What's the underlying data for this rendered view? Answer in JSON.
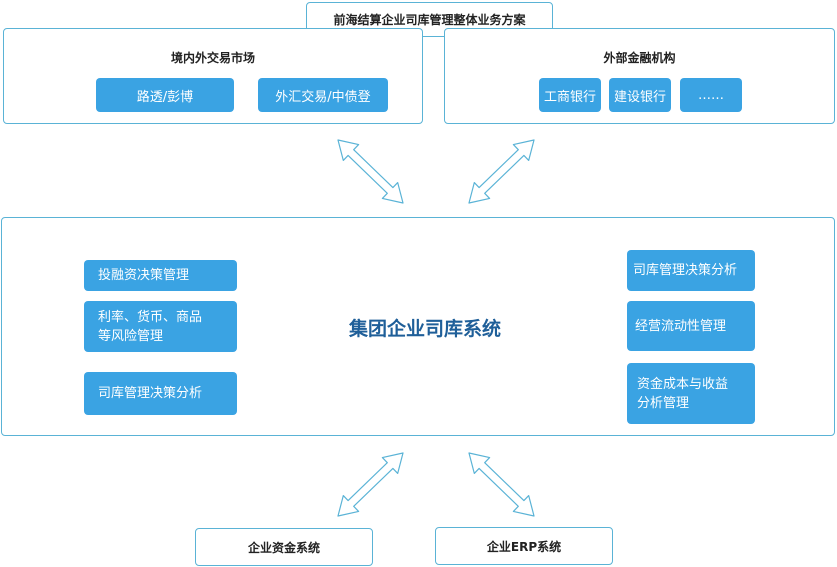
{
  "top_title": "前海结算企业司库管理整体业务方案",
  "left_market": {
    "title": "境内外交易市场",
    "items": [
      "路透/彭博",
      "外汇交易/中债登"
    ]
  },
  "right_finance": {
    "title": "外部金融机构",
    "items": [
      "工商银行",
      "建设银行",
      "……"
    ]
  },
  "center": {
    "title": "集团企业司库系统",
    "left_items": [
      "投融资决策管理",
      "利率、货币、商品\n等风险管理",
      "司库管理决策分析"
    ],
    "right_items": [
      "司库管理决策分析",
      "经营流动性管理",
      "资金成本与收益\n分析管理"
    ]
  },
  "bottom": {
    "left": "企业资金系统",
    "right": "企业ERP系统"
  },
  "colors": {
    "box_fill": "#3aa3e3",
    "border": "#5ab3d6",
    "center_title": "#1f5f99"
  }
}
